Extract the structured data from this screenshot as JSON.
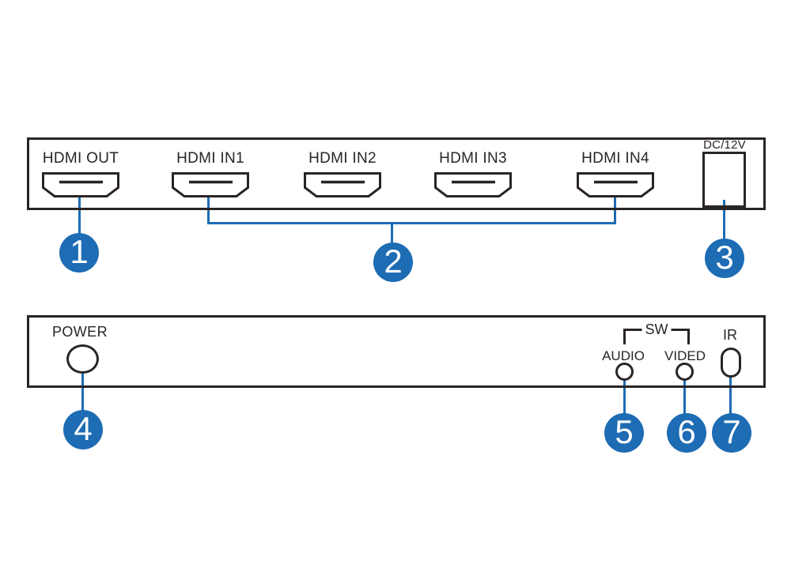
{
  "colors": {
    "outline_black": "#2a2425",
    "accent_blue": "#1d6cb4"
  },
  "rear_panel": {
    "ports": [
      {
        "label": "HDMI OUT"
      },
      {
        "label": "HDMI IN1"
      },
      {
        "label": "HDMI IN2"
      },
      {
        "label": "HDMI IN3"
      },
      {
        "label": "HDMI IN4"
      }
    ],
    "dc_label": "DC/12V"
  },
  "front_panel": {
    "power_label": "POWER",
    "sw_label": "SW",
    "audio_label": "AUDIO",
    "video_label": "VIDED",
    "ir_label": "IR"
  },
  "callouts": [
    "1",
    "2",
    "3",
    "4",
    "5",
    "6",
    "7"
  ]
}
